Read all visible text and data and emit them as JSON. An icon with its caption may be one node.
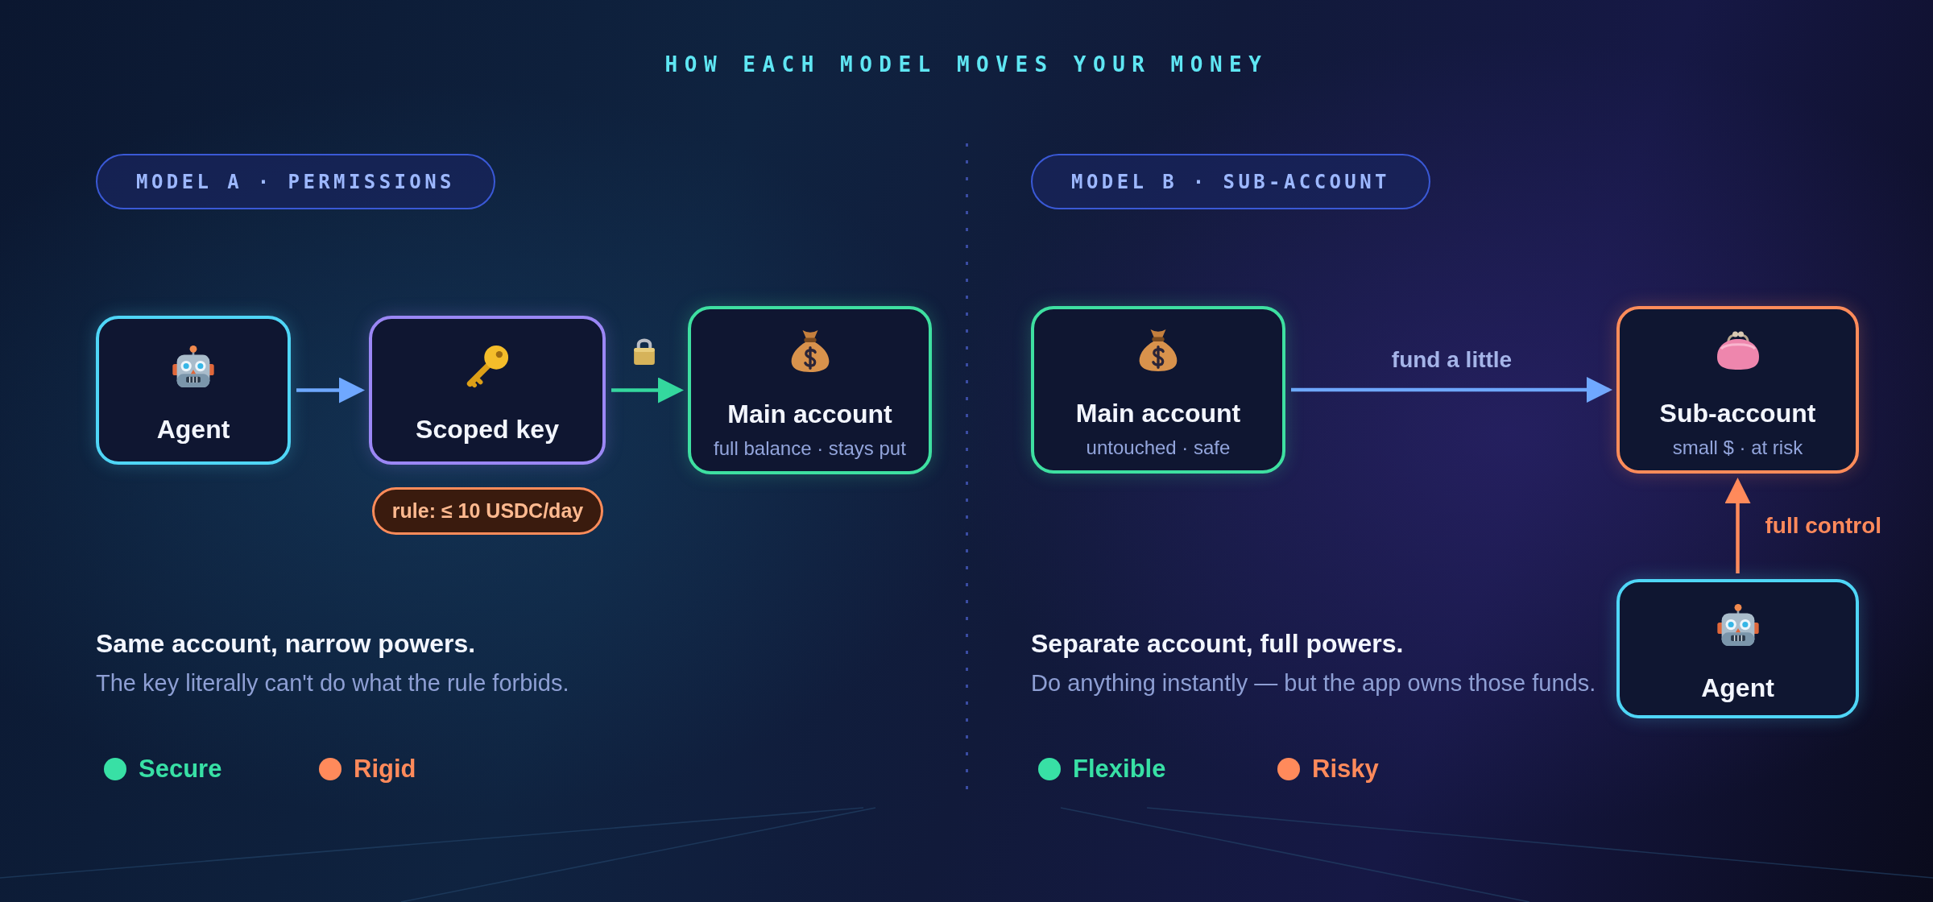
{
  "diagram": {
    "title": "HOW EACH MODEL MOVES YOUR MONEY",
    "nodes": [
      {
        "text": [
          "MODEL A · PERMISSIONS"
        ]
      },
      {
        "text": [
          "MODEL B · SUB-ACCOUNT"
        ]
      },
      {
        "text": [
          "Agent"
        ]
      },
      {
        "text": [
          "Scoped key"
        ]
      },
      {
        "text": [
          "Main account",
          "full balance · stays put"
        ]
      },
      {
        "text": [
          "rule: ≤ 10 USDC/day"
        ]
      },
      {
        "text": [
          "Main account",
          "untouched · safe"
        ]
      },
      {
        "text": [
          "Sub-account",
          "small $ · at risk"
        ]
      },
      {
        "text": [
          "Agent"
        ]
      }
    ],
    "edges": [
      {
        "from": 2,
        "to": 3,
        "arrow": "to"
      },
      {
        "from": 3,
        "to": 4,
        "arrow": "to",
        "color": "#34d89e"
      },
      {
        "from": 6,
        "to": 7,
        "arrow": "to",
        "label": "fund a little"
      },
      {
        "from": 8,
        "to": 7,
        "arrow": "to",
        "label": "full control",
        "color": "#ff8a5b"
      }
    ],
    "labels": [
      "Same account, narrow powers.",
      "The key literally can't do what the rule forbids.",
      "Separate account, full powers.",
      "Do anything instantly — but the app owns those funds."
    ],
    "legend": [
      {
        "text": "Secure",
        "color": "#38e0a5"
      },
      {
        "text": "Rigid",
        "color": "#ff8a5b"
      },
      {
        "text": "Flexible",
        "color": "#38e0a5"
      },
      {
        "text": "Risky",
        "color": "#ff8a5b"
      }
    ]
  }
}
